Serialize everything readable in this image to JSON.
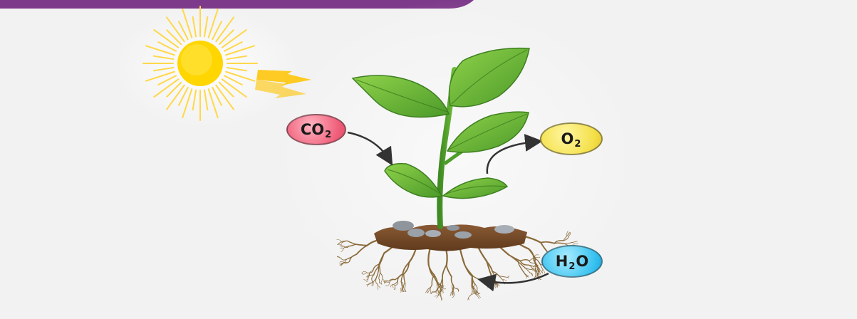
{
  "colors": {
    "banner": "#7e3a8a",
    "background": "#f2f2f2",
    "sun": "#ffd600",
    "leaf": "#6fbf3a",
    "soil": "#7a4a28",
    "roots": "#8a6a3a",
    "co2_bubble": "#f0607b",
    "o2_bubble": "#f4e04a",
    "h2o_bubble": "#3bc3f0"
  },
  "labels": {
    "co2": {
      "base": "CO",
      "sub": "2"
    },
    "o2": {
      "base": "O",
      "sub": "2"
    },
    "h2o": {
      "pre": "H",
      "sub": "2",
      "post": "O"
    }
  },
  "icons": [
    "sun-icon",
    "plant-illustration",
    "arrow-icon"
  ]
}
